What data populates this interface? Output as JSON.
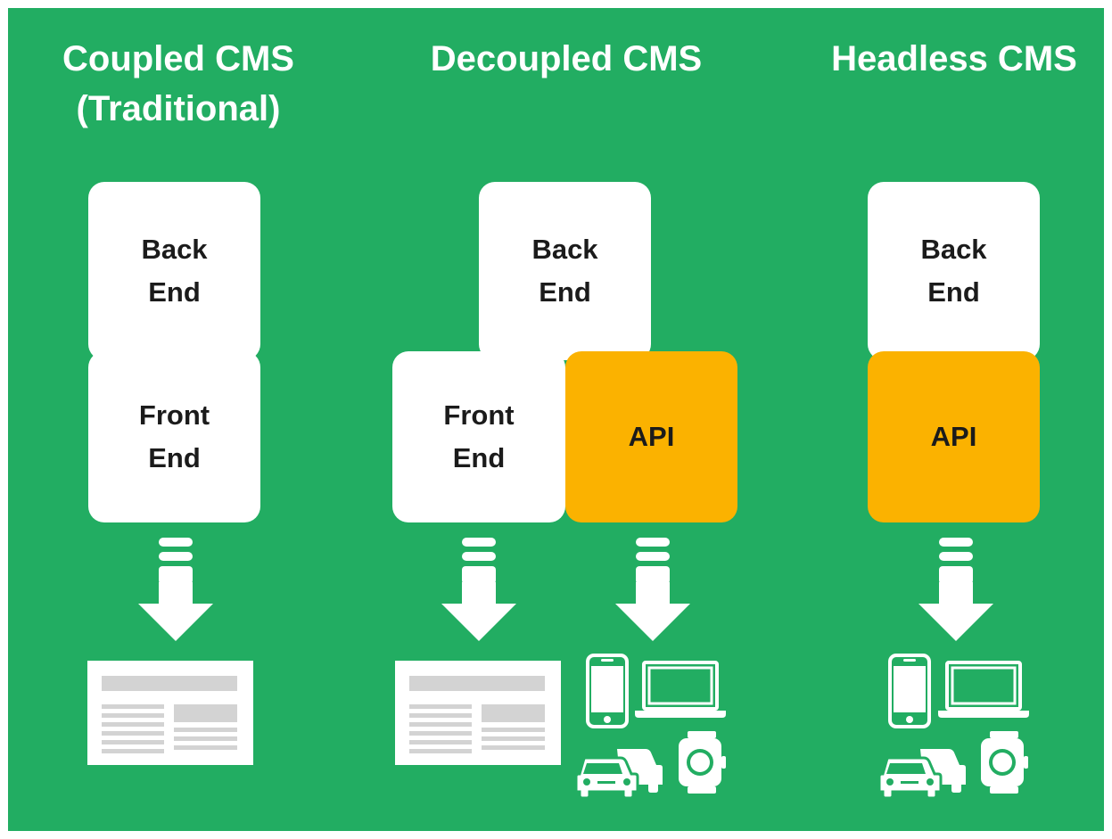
{
  "colors": {
    "background": "#22ad62",
    "box": "#ffffff",
    "api": "#fbb200",
    "icon": "#ffffff",
    "page_line": "#d3d3d3"
  },
  "columns": [
    {
      "title": "Coupled CMS\n(Traditional)",
      "back_end": "Back\nEnd",
      "front_end": "Front\nEnd"
    },
    {
      "title": "Decoupled CMS",
      "back_end": "Back\nEnd",
      "front_end": "Front\nEnd",
      "api": "API"
    },
    {
      "title": "Headless CMS",
      "back_end": "Back\nEnd",
      "api": "API"
    }
  ],
  "icons": {
    "arrow": "down-arrow-icon",
    "webpage": "webpage-icon",
    "phone": "smartphone-icon",
    "laptop": "laptop-icon",
    "cars": "car-icon",
    "watch": "smartwatch-icon"
  }
}
